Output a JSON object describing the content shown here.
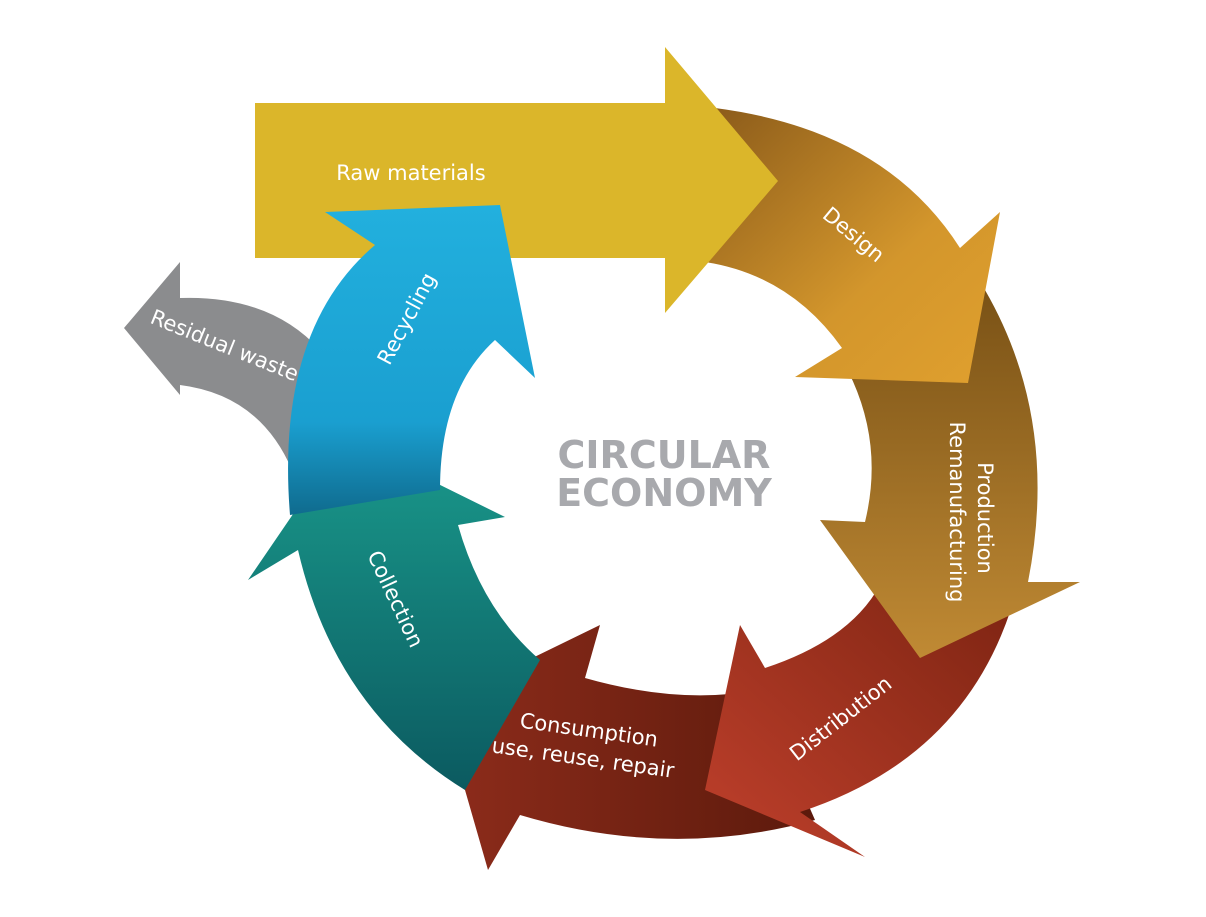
{
  "center": {
    "line1": "CIRCULAR",
    "line2": "ECONOMY"
  },
  "stages": {
    "raw_materials": "Raw materials",
    "design": "Design",
    "production_line1": "Production",
    "production_line2": "Remanufacturing",
    "distribution": "Distribution",
    "consumption_line1": "Consumption",
    "consumption_line2": "use, reuse, repair",
    "collection": "Collection",
    "recycling": "Recycling",
    "residual_waste": "Residual waste"
  },
  "colors": {
    "raw_materials": "#dbb62a",
    "design": "#d3962c",
    "production": "#a9742a",
    "distribution": "#b53a28",
    "consumption": "#7a2416",
    "collection": "#138a86",
    "recycling": "#1ea7d6",
    "residual_waste": "#8b8c8e",
    "center_text": "#a8a9ad"
  }
}
